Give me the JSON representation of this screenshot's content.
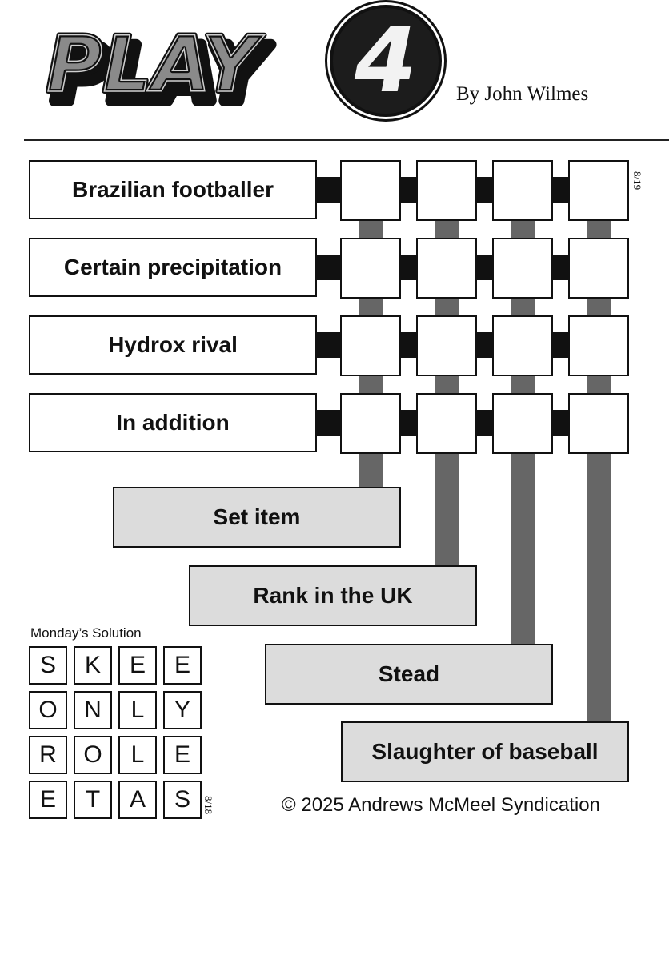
{
  "header": {
    "logo_text": "PLAY4",
    "logo_word": "PLAY",
    "logo_digit": "4",
    "byline": "By John Wilmes"
  },
  "puzzle": {
    "date_tag": "8/19",
    "across_clues": [
      "Brazilian footballer",
      "Certain precipitation",
      "Hydrox rival",
      "In addition"
    ],
    "down_clues": [
      "Set item",
      "Rank in the UK",
      "Stead",
      "Slaughter of baseball"
    ],
    "colors": {
      "connector": "#111111",
      "down_bar": "#666666",
      "down_box": "#dcdcdc"
    }
  },
  "solution": {
    "title": "Monday’s Solution",
    "date_tag": "8/18",
    "rows": [
      [
        "S",
        "K",
        "E",
        "E"
      ],
      [
        "O",
        "N",
        "L",
        "Y"
      ],
      [
        "R",
        "O",
        "L",
        "E"
      ],
      [
        "E",
        "T",
        "A",
        "S"
      ]
    ]
  },
  "footer": {
    "copyright": "© 2025 Andrews McMeel Syndication"
  }
}
